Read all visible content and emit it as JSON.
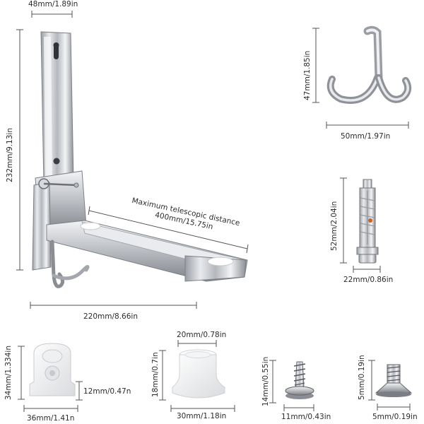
{
  "bracket": {
    "top_width": "48mm/1.89in",
    "height": "232mm/9.13in",
    "base_width": "220mm/8.66in",
    "telescopic_label": "Maximum telescopic distance",
    "telescopic_value": "400mm/15.75in"
  },
  "hook": {
    "height": "47mm/1.85in",
    "width": "50mm/1.97in"
  },
  "anchor": {
    "height": "52mm/2.04in",
    "width": "22mm/0.86in"
  },
  "foot_pad": {
    "height": "34mm/1.334in",
    "inner_height": "12mm/0.47n",
    "width": "36mm/1.41n"
  },
  "bumper": {
    "top_width": "20mm/0.78in",
    "height": "18mm/0.7in",
    "bottom_width": "30mm/1.18in"
  },
  "wood_screw": {
    "height": "14mm/0.55in",
    "width": "11mm/0.43in"
  },
  "machine_screw": {
    "height": "5mm/0.19in",
    "width": "5mm/0.19in"
  }
}
